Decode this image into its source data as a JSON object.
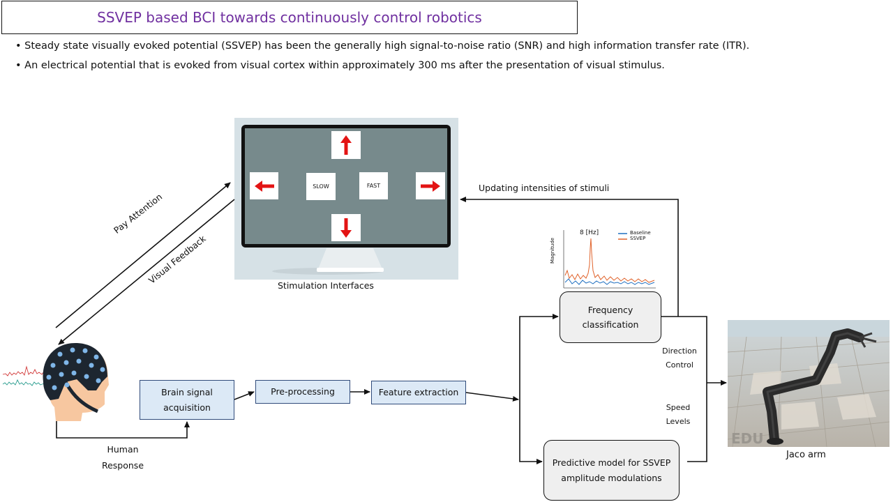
{
  "title": "SSVEP based BCI towards continuously control robotics",
  "bullets": [
    "• Steady state visually evoked potential (SSVEP) has been the generally high signal-to-noise ratio (SNR) and high information transfer rate (ITR).",
    "• An electrical potential that is evoked from visual cortex within approximately 300 ms after the presentation of visual stimulus."
  ],
  "stimulation": {
    "caption": "Stimulation Interfaces",
    "slow_label": "SLOW",
    "fast_label": "FAST"
  },
  "arrows_labels": {
    "pay_attention": "Pay Attention",
    "visual_feedback": "Visual Feedback",
    "updating": "Updating intensities of stimuli",
    "human_response_line1": "Human",
    "human_response_line2": "Response",
    "direction_line1": "Direction",
    "direction_line2": "Control",
    "speed_line1": "Speed",
    "speed_line2": "Levels"
  },
  "blocks": {
    "acquisition_line1": "Brain signal",
    "acquisition_line2": "acquisition",
    "preprocessing": "Pre-processing",
    "feature": "Feature extraction",
    "frequency_line1": "Frequency",
    "frequency_line2": "classification",
    "predictive_line1": "Predictive model for SSVEP",
    "predictive_line2": "amplitude modulations"
  },
  "spectrum": {
    "peak_label": "8 [Hz]",
    "ylabel": "Magnitude",
    "legend": [
      "Baseline",
      "SSVEP"
    ],
    "colors": {
      "baseline": "#1f6fc0",
      "ssvep": "#e0622a"
    }
  },
  "robot": {
    "caption": "Jaco arm",
    "watermark": "EDU"
  },
  "colors": {
    "title": "#7030a0",
    "block_fill": "#dce9f6",
    "block_border": "#2f4a7a",
    "stimulus_arrow": "#e31414",
    "screen_bg": "#778a8c"
  }
}
